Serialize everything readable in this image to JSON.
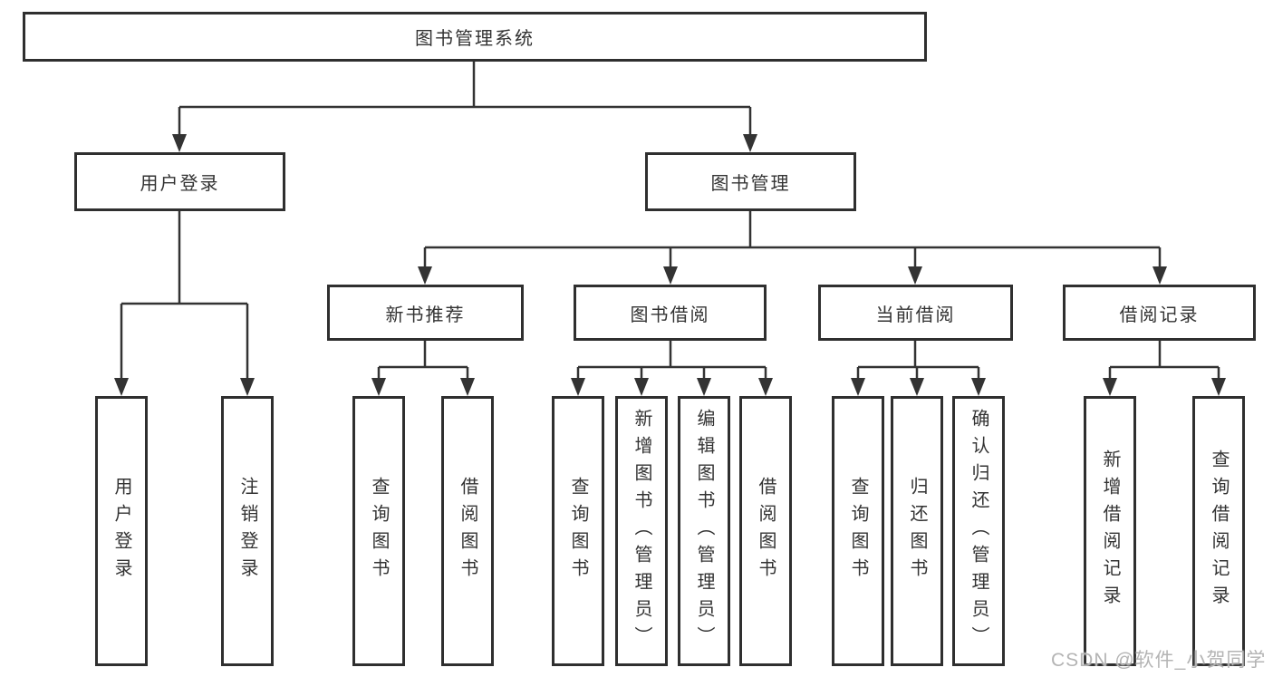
{
  "diagram": {
    "root": {
      "label": "图书管理系统"
    },
    "branches": [
      {
        "label": "用户登录",
        "children": [
          {
            "label": "用户登录"
          },
          {
            "label": "注销登录"
          }
        ]
      },
      {
        "label": "图书管理",
        "children": [
          {
            "label": "新书推荐",
            "children": [
              {
                "label": "查询图书"
              },
              {
                "label": "借阅图书"
              }
            ]
          },
          {
            "label": "图书借阅",
            "children": [
              {
                "label": "查询图书"
              },
              {
                "label": "新增图书（管理员）"
              },
              {
                "label": "编辑图书（管理员）"
              },
              {
                "label": "借阅图书"
              }
            ]
          },
          {
            "label": "当前借阅",
            "children": [
              {
                "label": "查询图书"
              },
              {
                "label": "归还图书"
              },
              {
                "label": "确认归还（管理员）"
              }
            ]
          },
          {
            "label": "借阅记录",
            "children": [
              {
                "label": "新增借阅记录"
              },
              {
                "label": "查询借阅记录"
              }
            ]
          }
        ]
      }
    ],
    "watermark": "CSDN @软件_小贺同学",
    "colors": {
      "line": "#333333",
      "text": "#333333",
      "background": "#ffffff",
      "watermark": "#b4b4b4"
    }
  }
}
